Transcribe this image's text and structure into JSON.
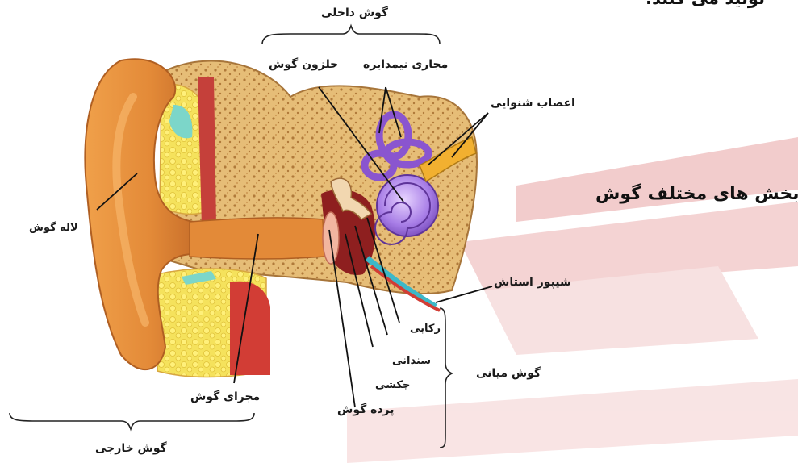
{
  "labels": {
    "top_partial": "تولید می کنند.",
    "section_heading": "بخش های مختلف گوش",
    "inner_ear": "گوش داخلی",
    "cochlea": "حلزون گوش",
    "semicircular_canals": "مجاری نیمدایره",
    "auditory_nerves": "اعصاب شنوایی",
    "auricle": "لاله گوش",
    "eustachian_tube": "شیپور استاش",
    "stapes": "رکابی",
    "incus": "سندانی",
    "malleus": "چکشی",
    "middle_ear": "گوش میانی",
    "ear_canal": "مجرای گوش",
    "eardrum": "پرده گوش",
    "outer_ear": "گوش خارجی"
  },
  "colors": {
    "watermark": "#e9a3a3",
    "skin": "#e8893a",
    "bone": "#e9c17a",
    "cochlea": "#9b6ad6",
    "leader_lines": "#111111"
  }
}
